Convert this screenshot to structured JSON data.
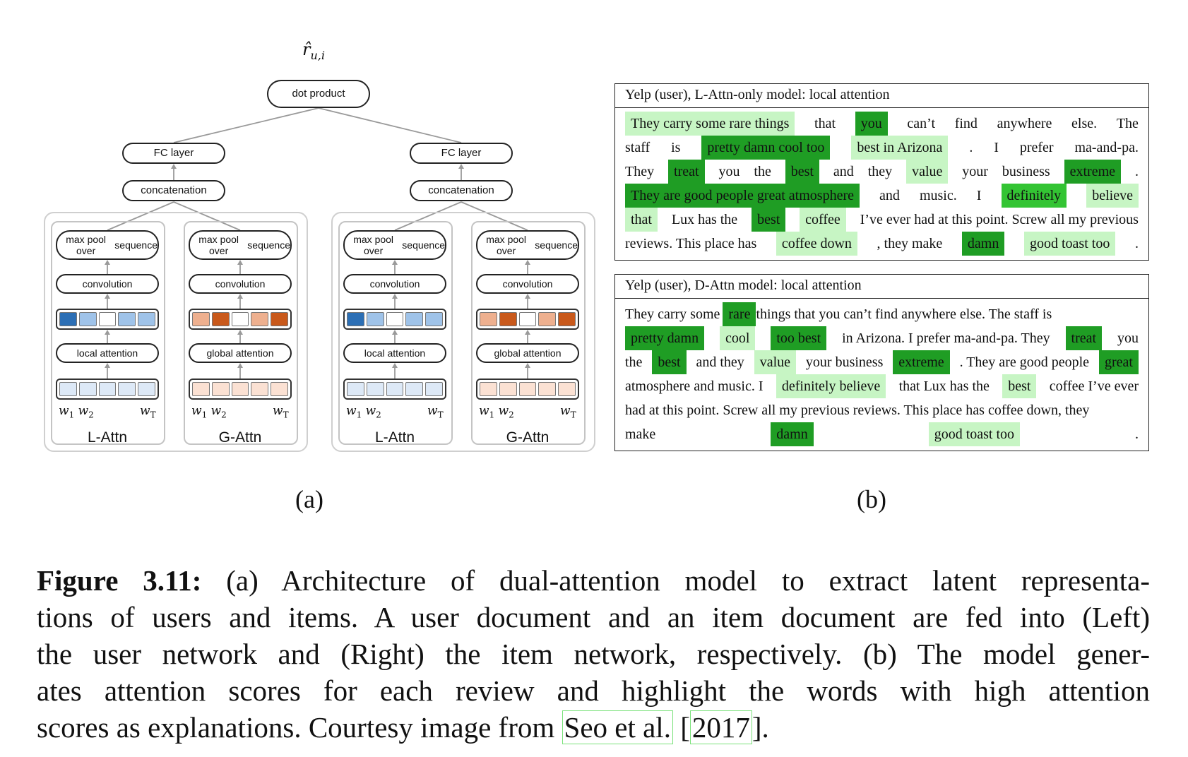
{
  "diagram_a": {
    "output_label": "r̂",
    "output_sub": "u,i",
    "dot_product": "dot product",
    "fc_layer": "FC layer",
    "concatenation": "concatenation",
    "max_pool": "max pool over sequence",
    "max_pool_line1": "max pool over",
    "max_pool_line2": "sequence",
    "convolution": "convolution",
    "local_attention": "local attention",
    "global_attention": "global attention",
    "w1": "w",
    "w1_sub": "1",
    "w2": "w",
    "w2_sub": "2",
    "wT": "w",
    "wT_sub": "T",
    "l_attn": "L-Attn",
    "g_attn": "G-Attn",
    "panel_label": "(a)",
    "colors": {
      "blue_dark": "#2c6fb5",
      "blue_mid": "#9fc3e9",
      "blue_light": "#dde9f7",
      "orange_dark": "#c9591b",
      "orange_mid": "#eeb08f",
      "orange_light": "#fbe1d3"
    }
  },
  "panel_b": {
    "panel_label": "(b)",
    "table1": {
      "header": "Yelp (user), L-Attn-only model: local attention",
      "lines": [
        [
          [
            "They carry some rare things",
            "hl1"
          ],
          [
            "that",
            ""
          ],
          [
            "you",
            "hl3"
          ],
          [
            "can’t",
            ""
          ],
          [
            "find",
            ""
          ],
          [
            "anywhere",
            ""
          ],
          [
            "else.",
            ""
          ],
          [
            "The",
            ""
          ]
        ],
        [
          [
            "staff",
            ""
          ],
          [
            "is",
            ""
          ],
          [
            "pretty damn cool too",
            "hl3"
          ],
          [
            "best in Arizona",
            "hl1"
          ],
          [
            ".",
            ""
          ],
          [
            "I",
            ""
          ],
          [
            "prefer",
            ""
          ],
          [
            "ma-and-pa.",
            ""
          ]
        ],
        [
          [
            "They",
            ""
          ],
          [
            "treat",
            "hl3"
          ],
          [
            "you",
            ""
          ],
          [
            "the",
            ""
          ],
          [
            "best",
            "hl3"
          ],
          [
            "and",
            ""
          ],
          [
            "they",
            ""
          ],
          [
            "value",
            "hl1"
          ],
          [
            "your",
            ""
          ],
          [
            "business",
            ""
          ],
          [
            "extreme",
            "hl3"
          ],
          [
            ".",
            ""
          ]
        ],
        [
          [
            "They are good people great atmosphere",
            "hl3"
          ],
          [
            "and",
            ""
          ],
          [
            "music.",
            ""
          ],
          [
            "I",
            ""
          ],
          [
            "definitely",
            "hl2"
          ],
          [
            "believe",
            "hl1"
          ]
        ],
        [
          [
            "that",
            "hl1"
          ],
          [
            "Lux has the",
            ""
          ],
          [
            "best",
            "hl3"
          ],
          [
            "coffee",
            "hl1"
          ],
          [
            "I’ve ever had at this point. Screw all my previous",
            ""
          ]
        ],
        [
          [
            "reviews. This place has",
            ""
          ],
          [
            "coffee down",
            "hl1"
          ],
          [
            ", they make",
            ""
          ],
          [
            "damn",
            "hl3"
          ],
          [
            "good toast too",
            "hl1"
          ],
          [
            ".",
            ""
          ]
        ]
      ]
    },
    "table2": {
      "header": "Yelp (user), D-Attn model: local attention",
      "lines": [
        [
          [
            "They carry some",
            ""
          ],
          [
            "rare",
            "hl3"
          ],
          [
            "things that you can’t find anywhere else. The staff is",
            ""
          ]
        ],
        [
          [
            "pretty damn",
            "hl3"
          ],
          [
            "cool",
            "hl1"
          ],
          [
            "too best",
            "hl3"
          ],
          [
            "in Arizona. I prefer ma-and-pa. They",
            ""
          ],
          [
            "treat",
            "hl3"
          ],
          [
            "you",
            ""
          ]
        ],
        [
          [
            "the",
            ""
          ],
          [
            "best",
            "hl3"
          ],
          [
            "and they",
            ""
          ],
          [
            "value",
            "hl1"
          ],
          [
            "your business",
            ""
          ],
          [
            "extreme",
            "hl3"
          ],
          [
            ". They are good people",
            ""
          ],
          [
            "great",
            "hl3"
          ]
        ],
        [
          [
            "atmosphere and music. I",
            ""
          ],
          [
            "definitely believe",
            "hl1"
          ],
          [
            "that Lux has the",
            ""
          ],
          [
            "best",
            "hl1"
          ],
          [
            "coffee I’ve ever",
            ""
          ]
        ],
        [
          [
            "had at this point. Screw all my previous reviews. This place has coffee down, they",
            ""
          ]
        ],
        [
          [
            "make",
            ""
          ],
          [
            "damn",
            "hl3"
          ],
          [
            "good toast too",
            "hl1"
          ],
          [
            ".",
            ""
          ]
        ]
      ]
    }
  },
  "caption": {
    "lines": [
      [
        "Figure 3.11:",
        " (a) Architecture of dual-attention model to extract latent representa-"
      ],
      [
        "",
        "tions of users and items. A user document and an item document are fed into (Left)"
      ],
      [
        "",
        "the user network and (Right) the item network, respectively. (b) The model gener-"
      ],
      [
        "",
        "ates attention scores for each review and highlight the words with high attention"
      ]
    ],
    "last_pre": "scores as explanations. Courtesy image from ",
    "cite_author": "Seo et al.",
    "cite_open": " [",
    "cite_year": "2017",
    "cite_close": "].",
    "text": "Figure 3.11: (a) Architecture of dual-attention model to extract latent representations of users and items. A user document and an item document are fed into (Left) the user network and (Right) the item network, respectively. (b) The model generates attention scores for each review and highlight the words with high attention scores as explanations. Courtesy image from Seo et al. [2017]."
  }
}
